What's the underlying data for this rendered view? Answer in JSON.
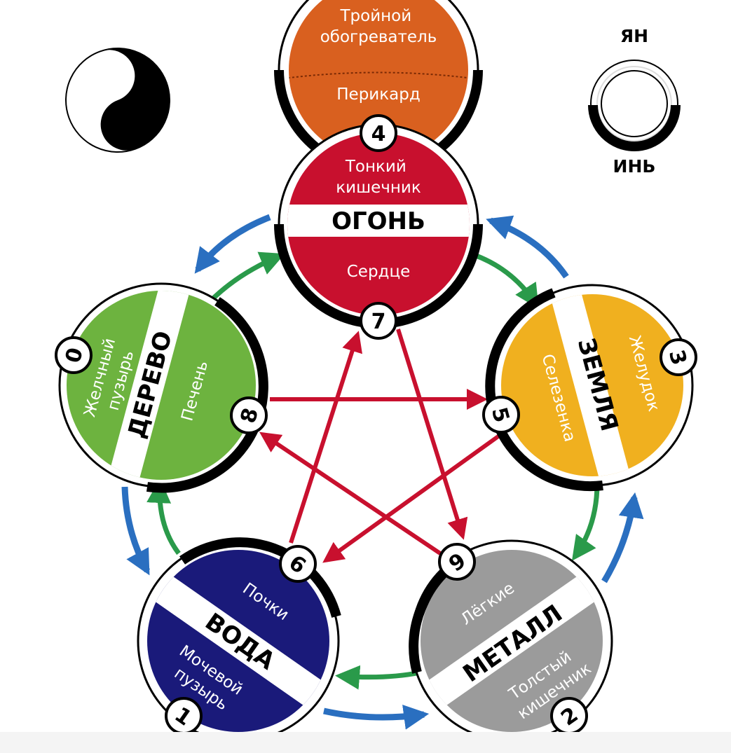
{
  "colors": {
    "fire": "#c8102e",
    "fire_band": "#ffffff",
    "triple": "#d9601f",
    "earth": "#f0b01f",
    "metal": "#9b9b9b",
    "water": "#1a1a7a",
    "wood": "#6db33f",
    "control_arrow": "#c8102e",
    "generate_arrow": "#2a9a4a",
    "counter_arrow": "#2a6fc0"
  },
  "icons": {
    "yin_yang": "yin-yang-icon",
    "yang_yin_ring": "yang-yin-ring-icon"
  },
  "legend": {
    "yang": "ЯН",
    "yin": "ИНЬ"
  },
  "elements": {
    "fire": {
      "name": "ОГОНЬ",
      "top": [
        "Тонкий",
        "кишечник"
      ],
      "bottom": "Сердце",
      "num_top": "4",
      "num_bottom": "7"
    },
    "triple": {
      "top": [
        "Тройной",
        "обогреватель"
      ],
      "bottom": "Перикард"
    },
    "earth": {
      "name": "ЗЕМЛЯ",
      "left": "Селезенка",
      "right": "Желудок",
      "num_left": "5",
      "num_right": "3"
    },
    "metal": {
      "name": "МЕТАЛЛ",
      "top": "Лёгкие",
      "bottom": [
        "Толстый",
        "кишечник"
      ],
      "num_top": "9",
      "num_bottom": "2"
    },
    "water": {
      "name": "ВОДА",
      "top": "Почки",
      "bottom": [
        "Мочевой",
        "пузырь"
      ],
      "num_top": "6",
      "num_bottom": "1"
    },
    "wood": {
      "name": "ДЕРЕВО",
      "left": [
        "Желчный",
        "пузырь"
      ],
      "right": "Печень",
      "num_left": "0",
      "num_right": "8"
    }
  }
}
